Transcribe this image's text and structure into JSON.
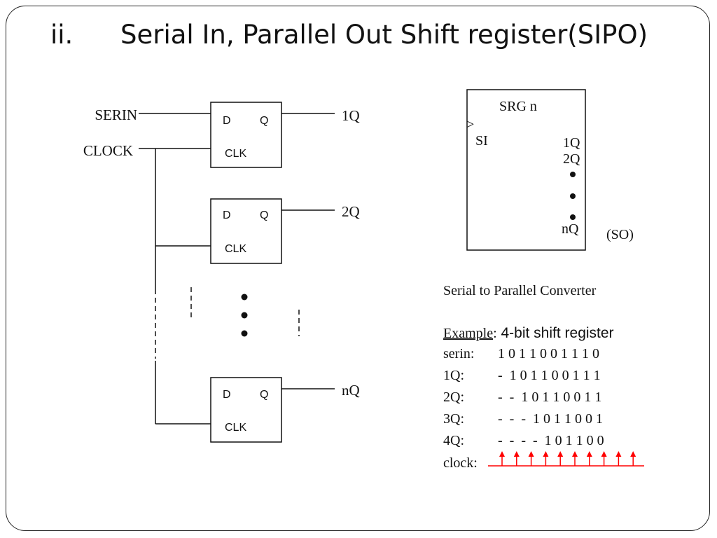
{
  "title": {
    "number": "ii.",
    "text": "Serial In, Parallel Out Shift register(SIPO)"
  },
  "circuit": {
    "input_serin": "SERIN",
    "input_clock": "CLOCK",
    "flipflop_d": "D",
    "flipflop_q": "Q",
    "flipflop_clk": "CLK",
    "outputs": [
      "1Q",
      "2Q",
      "nQ"
    ]
  },
  "symbol": {
    "name": "SRG n",
    "clock_marker": ">",
    "si": "SI",
    "outputs": [
      "1Q",
      "2Q",
      "nQ"
    ],
    "so": "(SO)"
  },
  "description": "Serial to Parallel Converter",
  "example": {
    "label": "Example",
    "separator": ":",
    "text": " 4-bit shift register",
    "rows": [
      {
        "label": "serin:",
        "values": "1 0 1 1 0 0 1 1 1 0"
      },
      {
        "label": "1Q:",
        "values": "-  1 0 1 1 0 0 1 1 1"
      },
      {
        "label": "2Q:",
        "values": "-  -  1 0 1 1 0 0 1 1"
      },
      {
        "label": "3Q:",
        "values": "-  -  -  1 0 1 1 0 0 1"
      },
      {
        "label": "4Q:",
        "values": "-  -  -  -  1 0 1 1 0 0"
      }
    ],
    "clock_label": "clock:",
    "clock_edges": 10,
    "arrow_color": "#ff0000"
  }
}
